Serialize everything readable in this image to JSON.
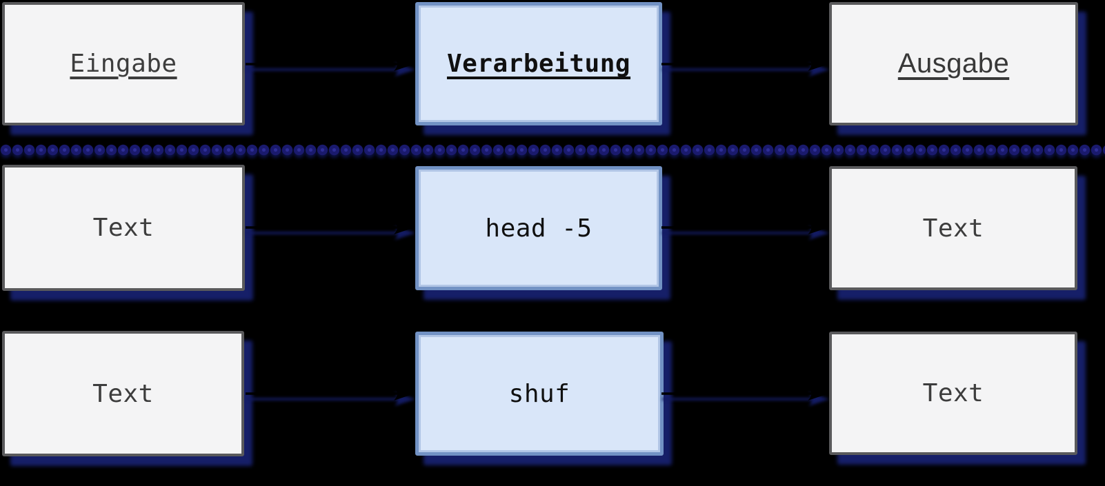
{
  "diagram": {
    "header": {
      "input_label": "Eingabe",
      "process_label": "Verarbeitung",
      "output_label": "Ausgabe"
    },
    "examples": [
      {
        "input": "Text",
        "command": "head -5",
        "output": "Text"
      },
      {
        "input": "Text",
        "command": "shuf",
        "output": "Text"
      }
    ],
    "colors": {
      "background": "#000000",
      "io_box_fill": "#f4f4f5",
      "io_box_border": "#5a5a5c",
      "process_box_fill": "#d9e6f9",
      "process_box_border": "#7292c4",
      "process_box_inner_highlight": "#b2c6e6",
      "drop_shadow": "#161f68",
      "divider_dot": "#1a1a6d",
      "divider_dot_center": "#2e2e97",
      "arrow": "#000000",
      "io_text": "#3d3d3d",
      "process_text": "#101010"
    }
  }
}
